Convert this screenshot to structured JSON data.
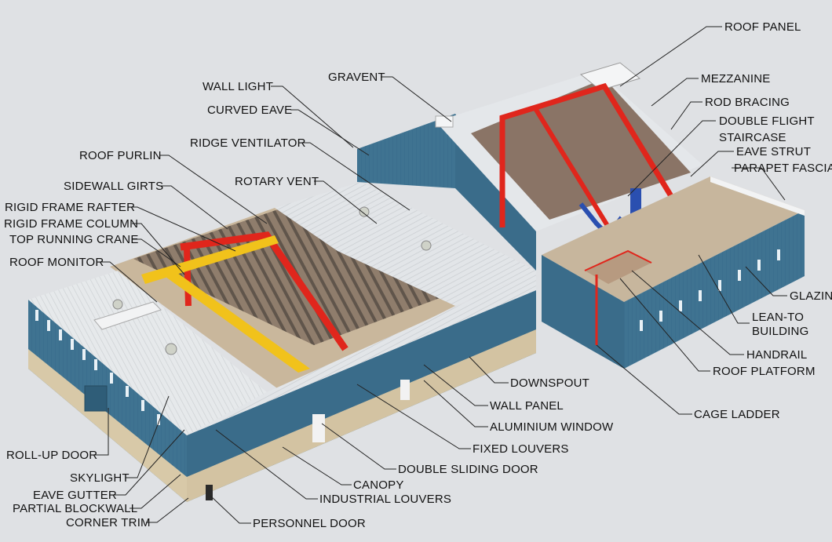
{
  "labels": {
    "roof_panel": "ROOF PANEL",
    "gravent": "GRAVENT",
    "wall_light": "WALL LIGHT",
    "curved_eave": "CURVED EAVE",
    "mezzanine": "MEZZANINE",
    "rod_bracing": "ROD BRACING",
    "double_flight": "DOUBLE FLIGHT",
    "staircase": "STAIRCASE",
    "eave_strut": "EAVE STRUT",
    "parapet_fascia": "PARAPET FASCIA",
    "ridge_ventilator": "RIDGE VENTILATOR",
    "roof_purlin": "ROOF PURLIN",
    "sidewall_girts": "SIDEWALL GIRTS",
    "rotary_vent": "ROTARY VENT",
    "rigid_frame_rafter": "RIGID FRAME RAFTER",
    "rigid_frame_column": "RIGID FRAME COLUMN",
    "top_running_crane": "TOP RUNNING CRANE",
    "roof_monitor": "ROOF MONITOR",
    "glazing": "GLAZING",
    "lean_to": "LEAN-TO",
    "building": "BUILDING",
    "handrail": "HANDRAIL",
    "roof_platform": "ROOF PLATFORM",
    "downspout": "DOWNSPOUT",
    "wall_panel": "WALL PANEL",
    "aluminium_window": "ALUMINIUM WINDOW",
    "cage_ladder": "CAGE LADDER",
    "fixed_louvers": "FIXED LOUVERS",
    "roll_up_door": "ROLL-UP DOOR",
    "double_sliding_door": "DOUBLE SLIDING DOOR",
    "skylight": "SKYLIGHT",
    "canopy": "CANOPY",
    "eave_gutter": "EAVE GUTTER",
    "industrial_louvers": "INDUSTRIAL LOUVERS",
    "partial_blockwall": "PARTIAL BLOCKWALL",
    "corner_trim": "CORNER TRIM",
    "personnel_door": "PERSONNEL DOOR"
  },
  "colors": {
    "background": "#dfe1e4",
    "wall_blue": "#3f7391",
    "wall_blue_dark": "#2f5d78",
    "roof_white": "#e9ecee",
    "frame_red": "#e0261c",
    "crane_yellow": "#f1c21b",
    "floor_tan": "#c9b79c",
    "blockwall": "#d8c9a8",
    "stair_blue": "#2a4fb0"
  }
}
